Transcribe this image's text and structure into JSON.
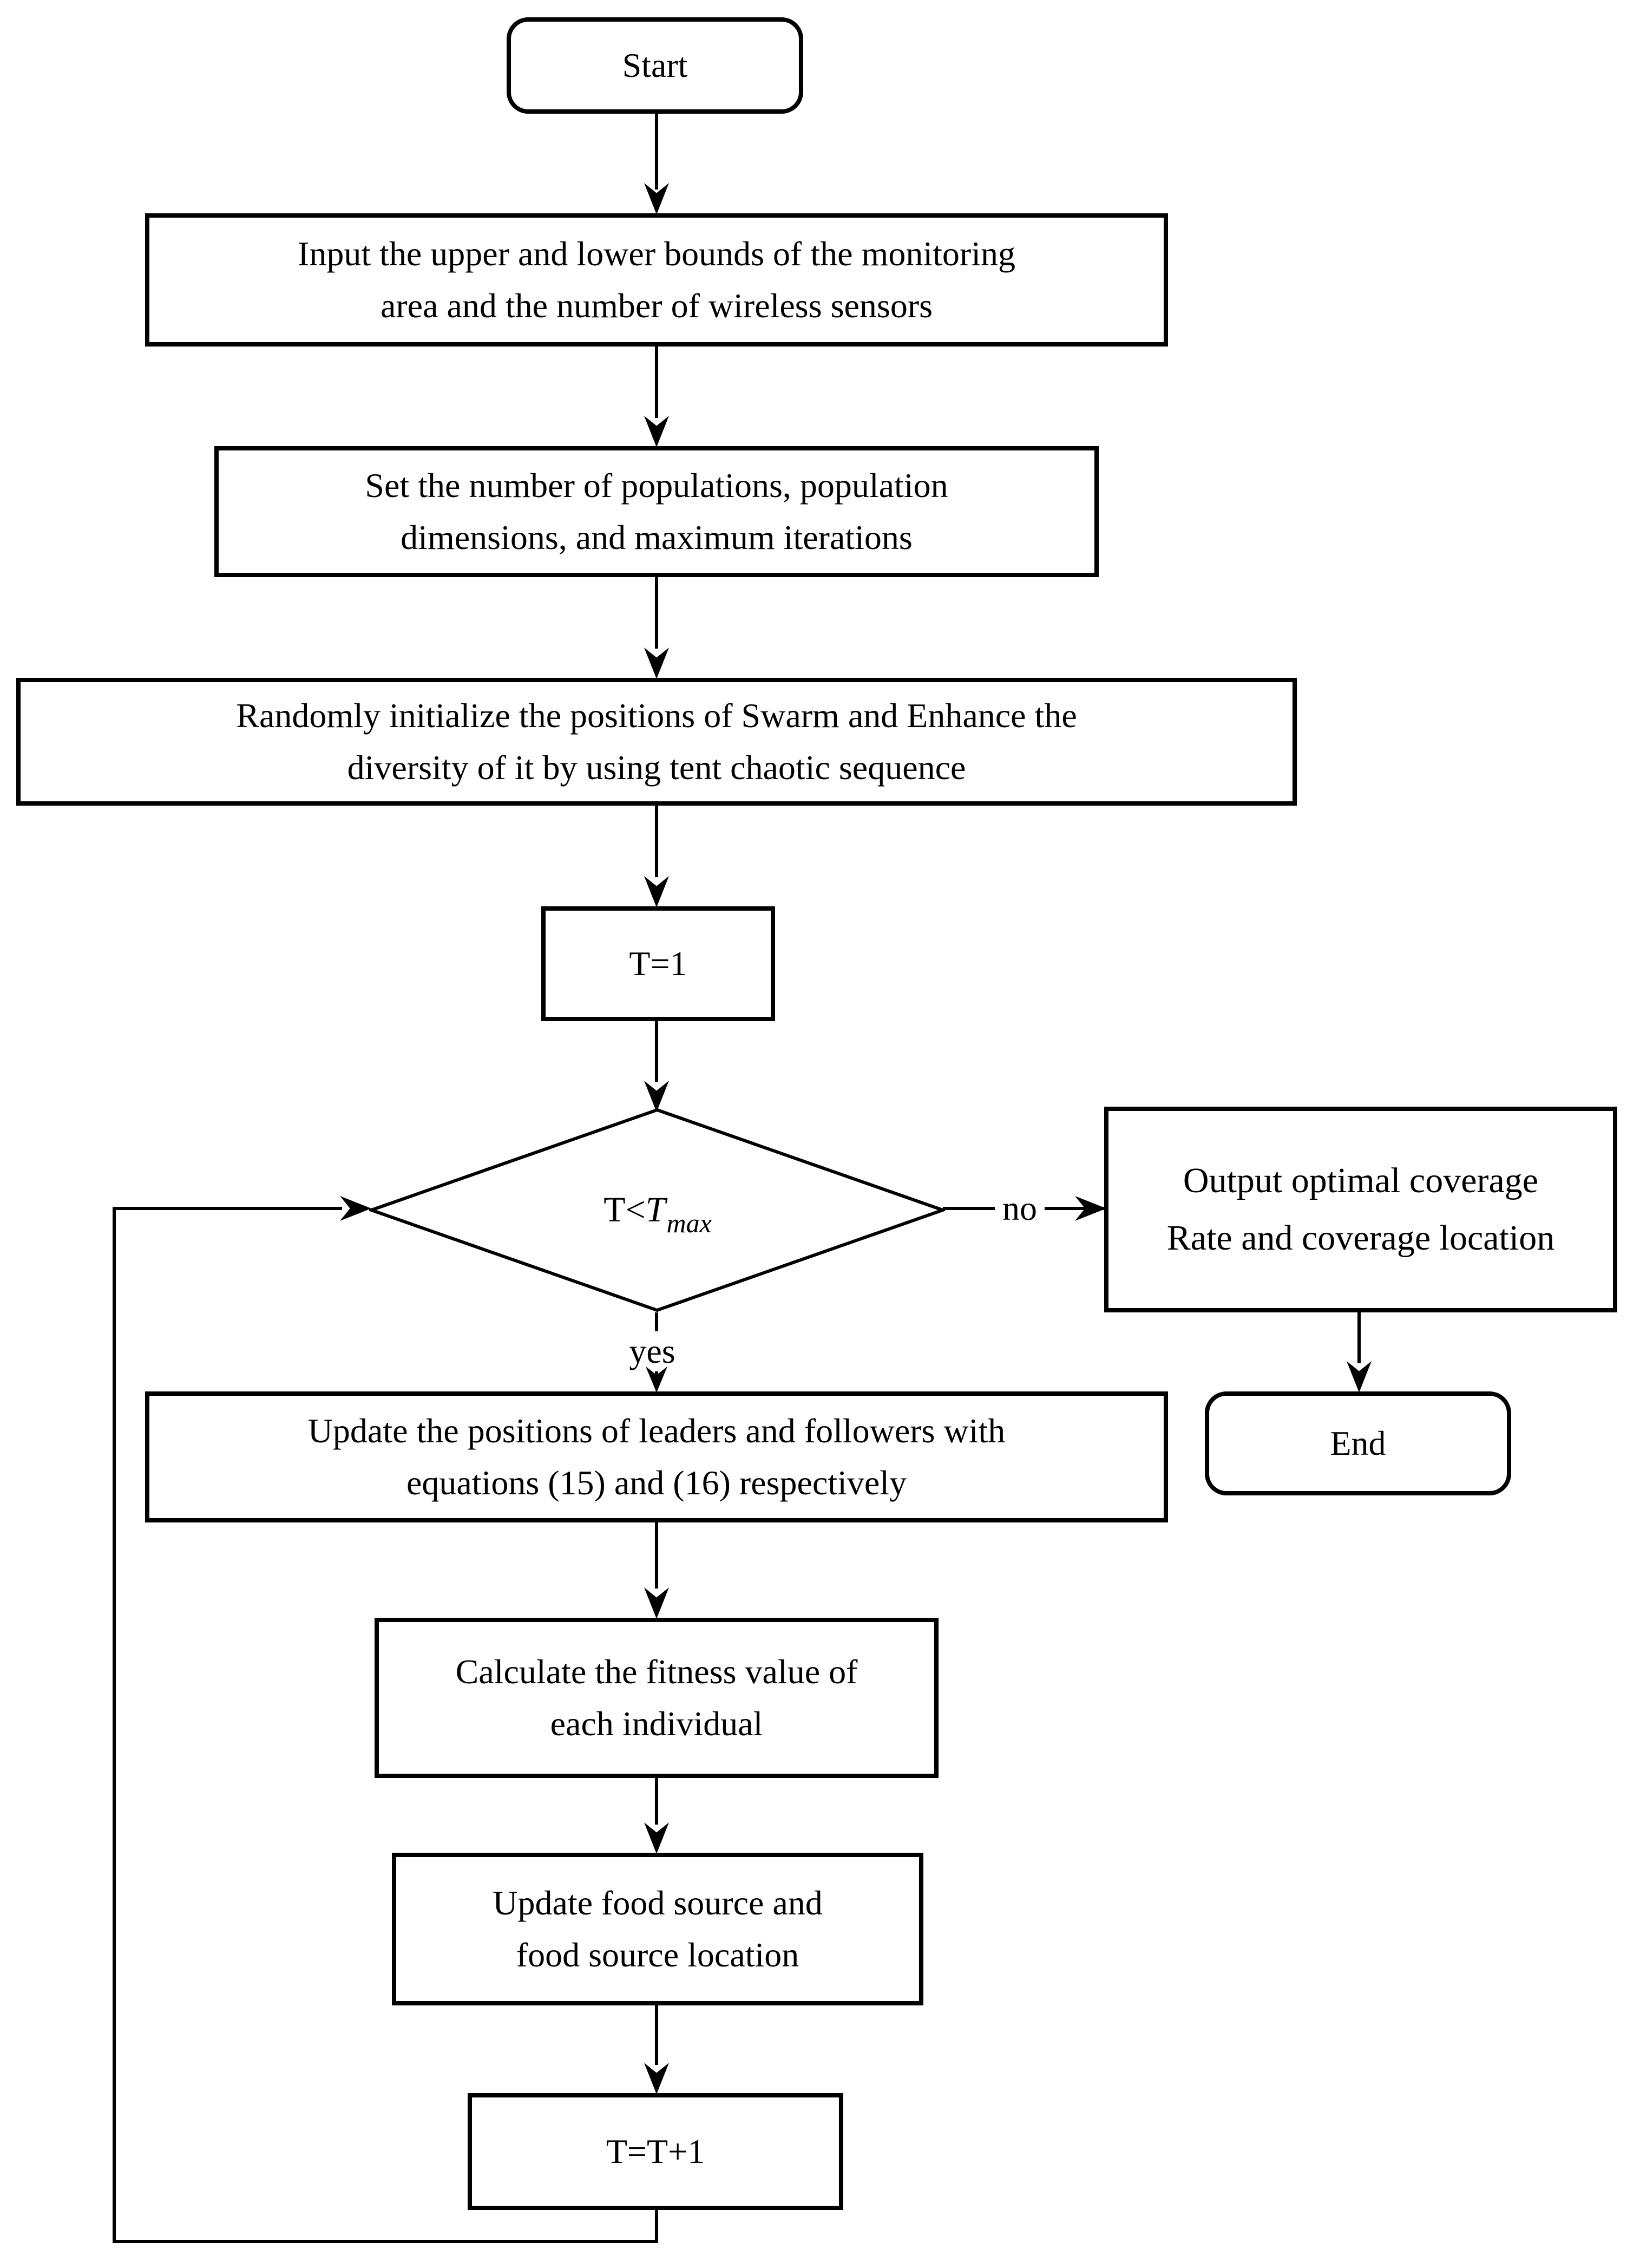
{
  "diagram": {
    "nodes": {
      "start": {
        "label": "Start"
      },
      "input": {
        "line1": "Input the upper and lower bounds of the monitoring",
        "line2": "area and the number of wireless sensors"
      },
      "set": {
        "line1": "Set the number of populations, population",
        "line2": "dimensions, and maximum iterations"
      },
      "init": {
        "line1": "Randomly initialize the positions of Swarm and Enhance the",
        "line2": "diversity of it by using tent chaotic sequence"
      },
      "t1": {
        "label": "T=1"
      },
      "decision": {
        "prefix": "T<",
        "var": "T",
        "sub": "max"
      },
      "output": {
        "line1": "Output optimal coverage",
        "line2": "Rate and coverage location"
      },
      "end": {
        "label": "End"
      },
      "update": {
        "line1": "Update the positions of leaders and followers with",
        "line2": "equations (15) and (16) respectively"
      },
      "fitness": {
        "line1": "Calculate the fitness value of",
        "line2": "each individual"
      },
      "food": {
        "line1": "Update food source and",
        "line2": "food source location"
      },
      "tplus": {
        "label": "T=T+1"
      }
    },
    "edges": {
      "yes_label": "yes",
      "no_label": "no"
    },
    "colors": {
      "stroke": "#000000",
      "fill": "#ffffff"
    }
  }
}
